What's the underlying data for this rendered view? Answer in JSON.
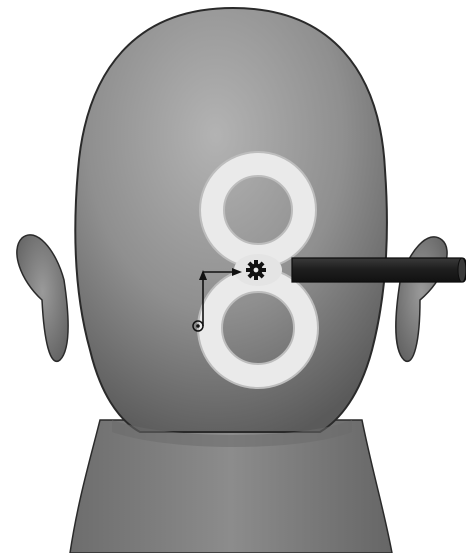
{
  "image": {
    "subject": "back-of-head",
    "coil": "figure-of-eight-coil",
    "handle": "coil-handle",
    "marker_icon": "gear-icon",
    "axis_icon": "coordinate-axes-icon",
    "colors": {
      "background": "#ffffff",
      "skin_light": "#a9a9a9",
      "skin_mid": "#8a8a8a",
      "skin_dark": "#5e5e5e",
      "outline": "#2a2a2a",
      "coil_fill": "#e8e8e8",
      "coil_edge": "#bdbdbd",
      "handle": "#222222",
      "marker": "#111111"
    }
  }
}
